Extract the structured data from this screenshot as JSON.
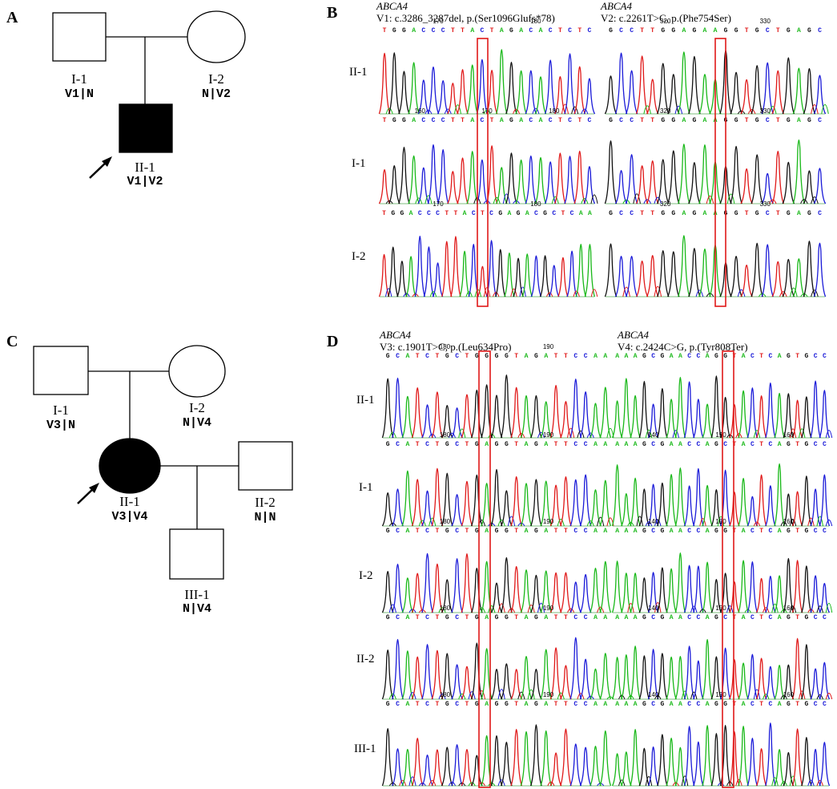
{
  "colors": {
    "A": "#18b818",
    "C": "#1a1ad8",
    "G": "#111111",
    "T": "#e01818",
    "highlight": "#e01818"
  },
  "panels": {
    "A": {
      "letter": "A",
      "members": [
        {
          "id": "I-1",
          "genotype": "V1|N",
          "sex": "male",
          "affected": false,
          "proband": false
        },
        {
          "id": "I-2",
          "genotype": "N|V2",
          "sex": "female",
          "affected": false,
          "proband": false
        },
        {
          "id": "II-1",
          "genotype": "V1|V2",
          "sex": "male",
          "affected": true,
          "proband": true
        }
      ]
    },
    "B": {
      "letter": "B",
      "gene": "ABCA4",
      "variants": [
        "V1: c.3286_3287del, p.(Ser1096Glufs*78)",
        "V2: c.2261T>C, p.(Phe754Ser)"
      ],
      "row_labels": [
        "II-1",
        "I-1",
        "I-2"
      ],
      "sequences": {
        "left": [
          "TGGACCCTTACTAGACACTCTC",
          "TGGACCCTTACTAGACACTCTC",
          "TGGACCCTTACTCGAGACGCTCAA"
        ],
        "right": [
          "GCCTTGGAGAAGGTGCTGAGC",
          "GCCTTGGAGAAGGTGCTGAGC",
          "GCCTTGGAGAAGGTGCTGAGC"
        ]
      },
      "position_labels": {
        "left": [
          [
            "170",
            "180"
          ],
          [
            "160",
            "170",
            "180"
          ],
          [
            "170",
            "180"
          ]
        ],
        "right": [
          [
            "320",
            "330"
          ],
          [
            "320",
            "330"
          ],
          [
            "320",
            "330"
          ]
        ]
      }
    },
    "C": {
      "letter": "C",
      "members": [
        {
          "id": "I-1",
          "genotype": "V3|N",
          "sex": "male",
          "affected": false,
          "proband": false
        },
        {
          "id": "I-2",
          "genotype": "N|V4",
          "sex": "female",
          "affected": false,
          "proband": false
        },
        {
          "id": "II-1",
          "genotype": "V3|V4",
          "sex": "female",
          "affected": true,
          "proband": true
        },
        {
          "id": "II-2",
          "genotype": "N|N",
          "sex": "male",
          "affected": false,
          "proband": false
        },
        {
          "id": "III-1",
          "genotype": "N|V4",
          "sex": "male",
          "affected": false,
          "proband": false
        }
      ]
    },
    "D": {
      "letter": "D",
      "gene": "ABCA4",
      "variants": [
        "V3: c.1901T>C, p.(Leu634Pro)",
        "V4: c.2424C>G, p.(Tyr808Ter)"
      ],
      "row_labels": [
        "II-1",
        "I-1",
        "I-2",
        "II-2",
        "III-1"
      ],
      "sequences": {
        "left": [
          "GCATCTGCTGGGGTAGATTCCAA",
          "GCATCTGCTGAGGTAGATTCCAA",
          "GCATCTGCTGAGGTAGATTCCAA",
          "GCATCTGCTGAGGTAGATTCCAA",
          "GCATCTGCTGAGGTAGATTCCAA"
        ],
        "right": [
          "AAAGCGAACCAGGTACTCAGTGCC",
          "AAAGCGAACCAGCTACTCAGTGCC",
          "AAAGCGAACCAGGTACTCAGTGCC",
          "AAAGCGAACCAGCTACTCAGTGCC",
          "AAAGCGAACCAGGTACTCAGTGCC"
        ]
      },
      "position_labels": {
        "left": [
          [
            "180",
            "190"
          ],
          [
            "180",
            "190"
          ],
          [
            "180",
            "190"
          ],
          [
            "180",
            "190"
          ],
          [
            "180",
            "190"
          ]
        ],
        "right": [
          [],
          [
            "140",
            "150",
            "160"
          ],
          [
            "140",
            "150",
            "160"
          ],
          [
            "140",
            "150",
            "160"
          ],
          [
            "140",
            "150",
            "160"
          ]
        ]
      }
    }
  }
}
